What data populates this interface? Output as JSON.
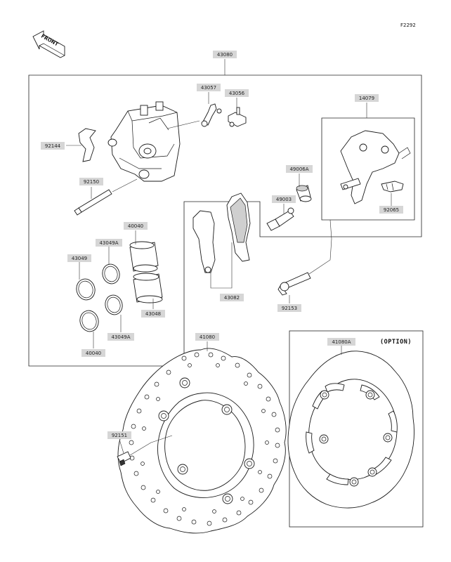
{
  "diagram_code": "F2292",
  "front_arrow_label": "FRONT",
  "option_label": "(OPTION)",
  "parts": {
    "p43080": "43080",
    "p43057": "43057",
    "p43056": "43056",
    "p14079": "14079",
    "p92144": "92144",
    "p92150": "92150",
    "p49006A": "49006A",
    "p49003": "49003",
    "p92065": "92065",
    "p40040_top": "40040",
    "p43049A": "43049A",
    "p43049_left": "43049",
    "p43048": "43048",
    "p43082": "43082",
    "p92153": "92153",
    "p43049A_bottom": "43049A",
    "p40040_bottom": "40040",
    "p41080": "41080",
    "p41080A": "41080A",
    "p92151": "92151"
  }
}
